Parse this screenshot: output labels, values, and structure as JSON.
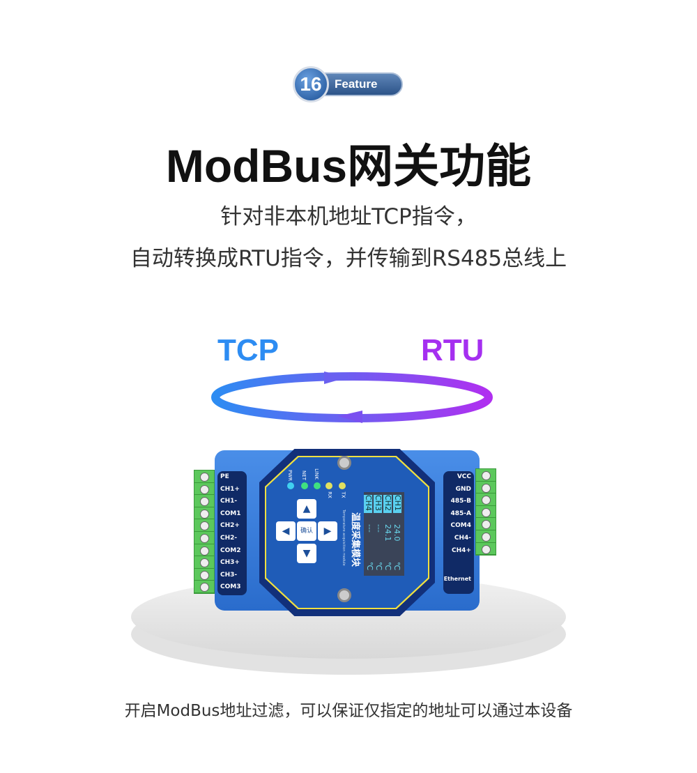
{
  "badge": {
    "number": "16",
    "label": "Feature"
  },
  "title": "ModBus网关功能",
  "subtitle": [
    "针对非本机地址TCP指令，",
    "自动转换成RTU指令，并传输到RS485总线上"
  ],
  "flow": {
    "left": "TCP",
    "right": "RTU",
    "left_color": "#2d8cf2",
    "right_color": "#a52ff0"
  },
  "device": {
    "left_terminals": [
      "PE",
      "CH1+",
      "CH1-",
      "COM1",
      "CH2+",
      "CH2-",
      "COM2",
      "CH3+",
      "CH3-",
      "COM3"
    ],
    "right_terminals": [
      "VCC",
      "GND",
      "485-B",
      "485-A",
      "COM4",
      "CH4-",
      "CH4+"
    ],
    "ethernet": "Ethernet",
    "leds": [
      "PWR",
      "NET",
      "LINK",
      "RX",
      "TX"
    ],
    "confirm_key": "确认",
    "module_name": "温度采集模块",
    "module_name_en": "Temperature acquisition module",
    "screen": {
      "channels": [
        "CH1",
        "CH2",
        "CH3",
        "CH4"
      ],
      "values": [
        "24.0",
        "24.1",
        "---",
        "---"
      ],
      "unit": "℃"
    }
  },
  "footer": "开启ModBus地址过滤，可以保证仅指定的地址可以通过本设备"
}
